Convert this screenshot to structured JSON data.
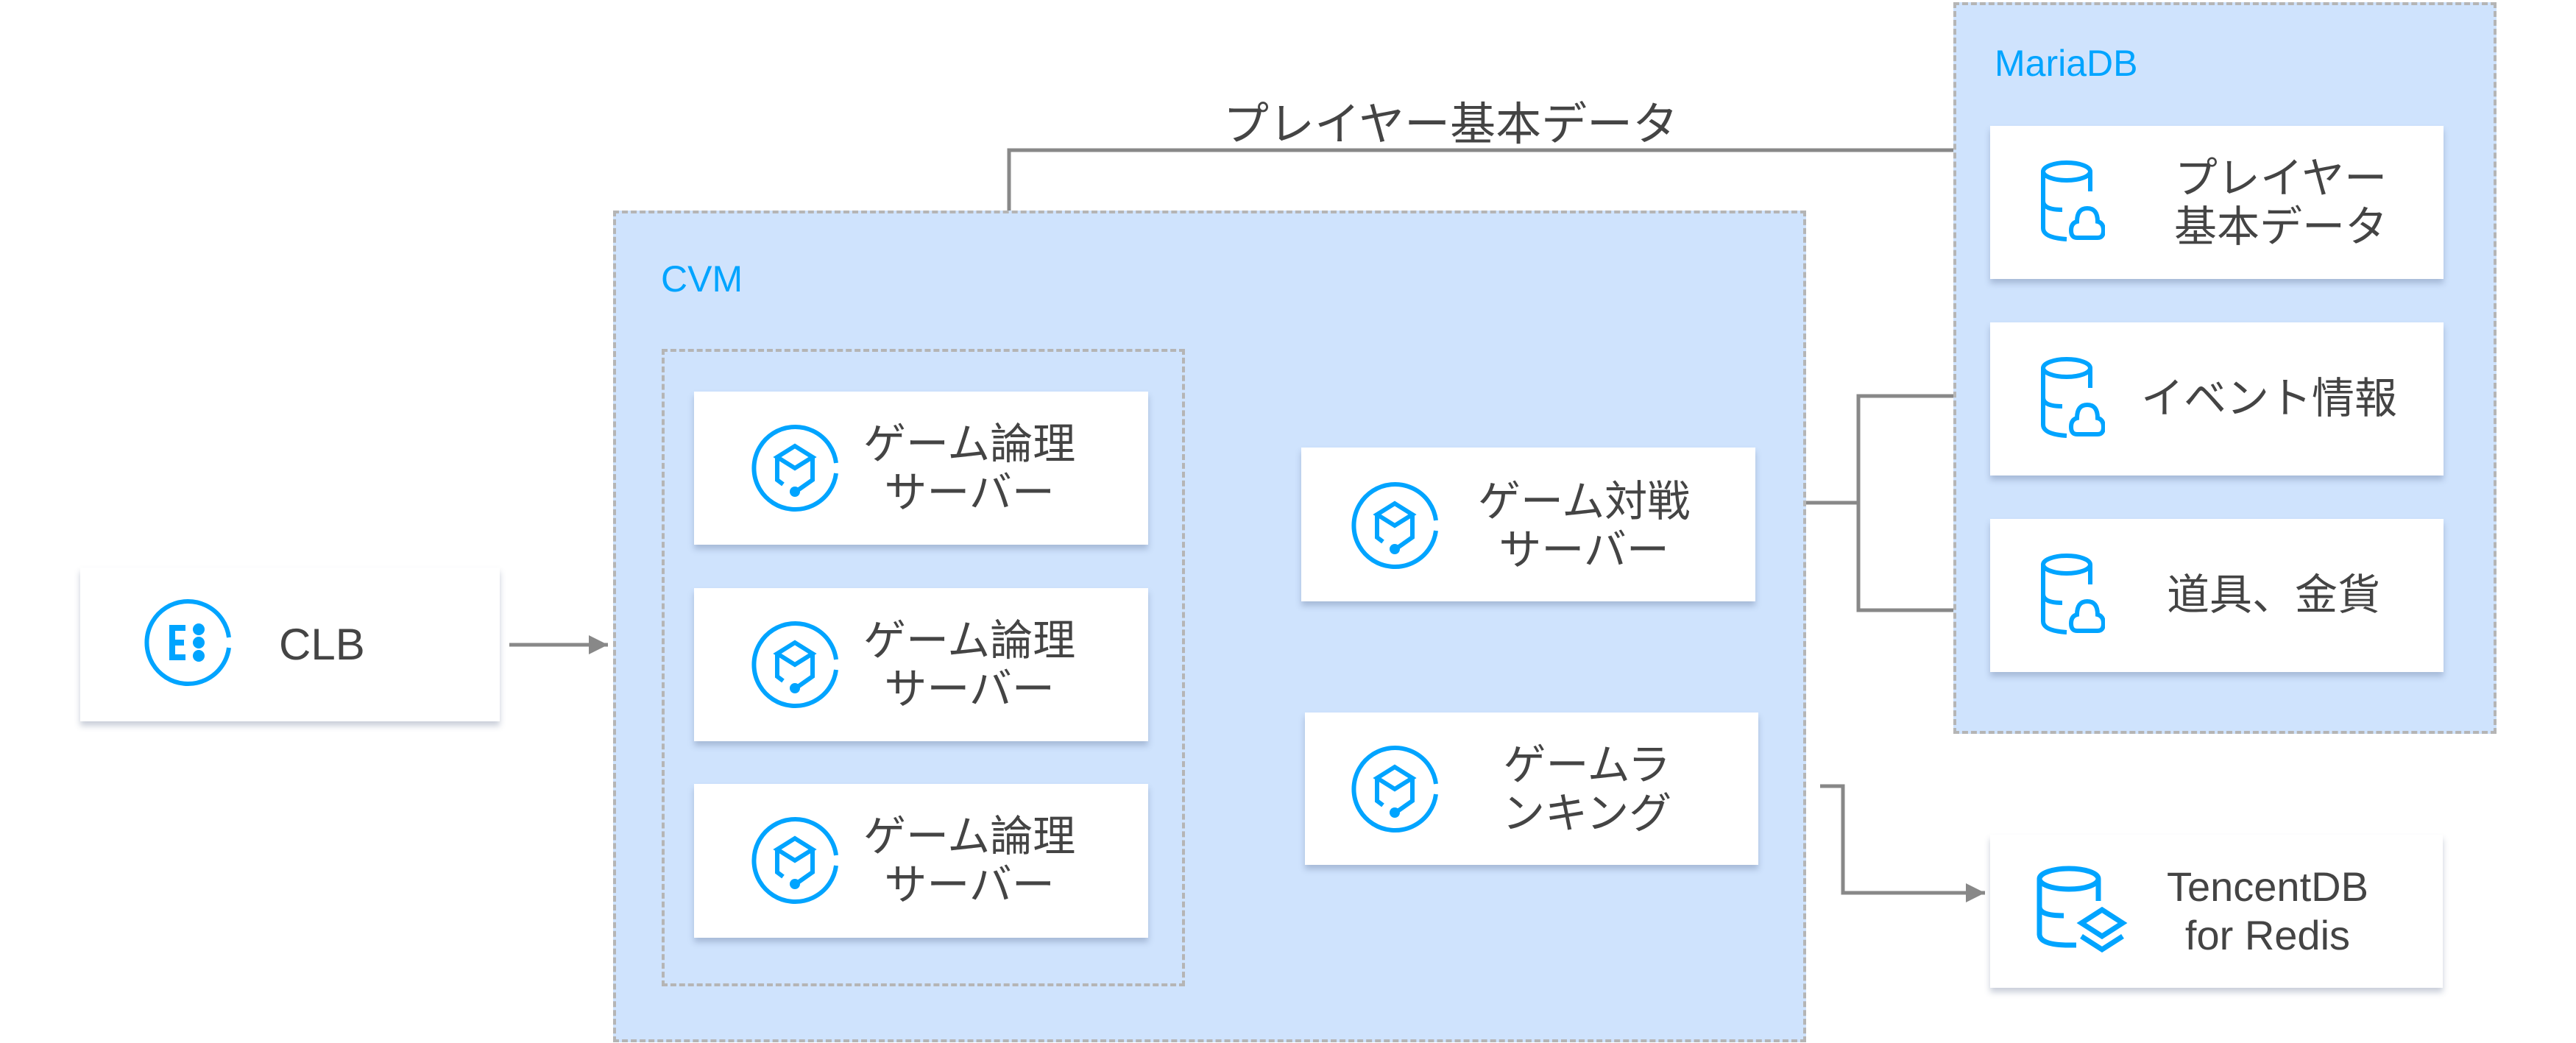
{
  "colors": {
    "accent": "#00a4ff",
    "group_fill": "#cfe3fd",
    "group_border": "#b5b5b5",
    "connector": "#888888",
    "text": "#444444"
  },
  "clb": {
    "label": "CLB",
    "icon": "load-balancer-icon"
  },
  "cvm": {
    "label": "CVM",
    "logic_servers": [
      {
        "line1": "ゲーム論理",
        "line2": "サーバー",
        "icon": "game-server-icon"
      },
      {
        "line1": "ゲーム論理",
        "line2": "サーバー",
        "icon": "game-server-icon"
      },
      {
        "line1": "ゲーム論理",
        "line2": "サーバー",
        "icon": "game-server-icon"
      }
    ],
    "battle_server": {
      "line1": "ゲーム対戦",
      "line2": "サーバー",
      "icon": "game-server-icon"
    },
    "ranking": {
      "line1": "ゲームラ",
      "line2": "ンキング",
      "icon": "game-server-icon"
    }
  },
  "mariadb": {
    "label": "MariaDB",
    "tables": [
      {
        "line1": "プレイヤー",
        "line2": "基本データ",
        "icon": "cloud-database-icon"
      },
      {
        "line1": "イベント情報",
        "line2": "",
        "icon": "cloud-database-icon"
      },
      {
        "line1": "道具、金貨",
        "line2": "",
        "icon": "cloud-database-icon"
      }
    ]
  },
  "redis": {
    "line1": "TencentDB",
    "line2": "for Redis",
    "icon": "redis-database-icon"
  },
  "edges": {
    "player_data_label": "プレイヤー基本データ"
  }
}
